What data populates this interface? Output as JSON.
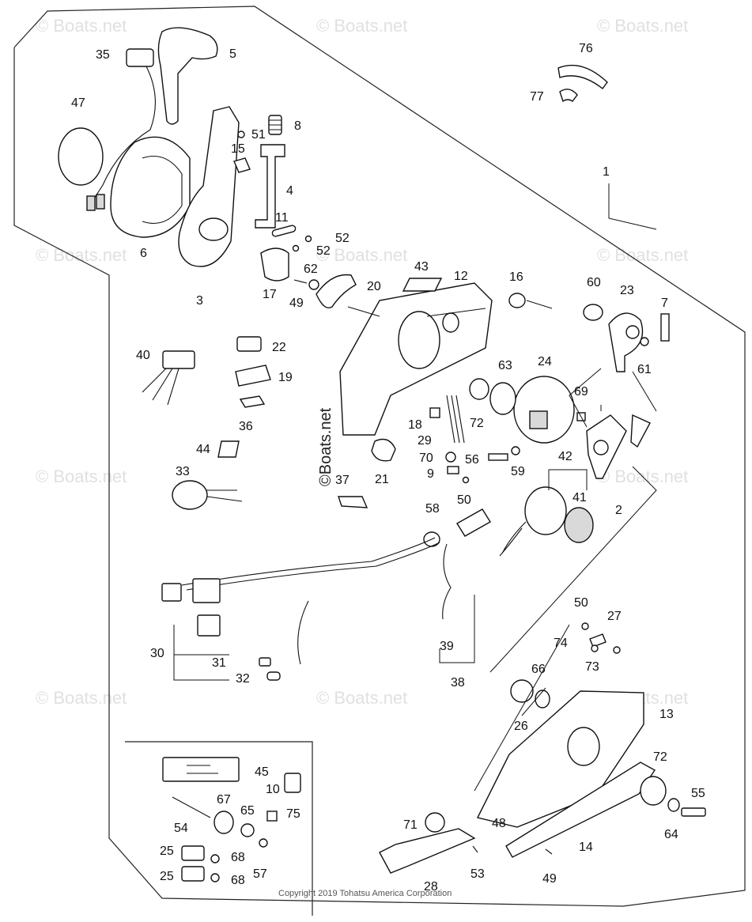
{
  "diagram": {
    "labels": [
      "1",
      "2",
      "3",
      "4",
      "5",
      "6",
      "7",
      "8",
      "9",
      "10",
      "11",
      "12",
      "13",
      "14",
      "15",
      "16",
      "17",
      "18",
      "19",
      "20",
      "21",
      "22",
      "23",
      "24",
      "25",
      "25",
      "26",
      "27",
      "28",
      "29",
      "30",
      "31",
      "32",
      "33",
      "35",
      "36",
      "37",
      "38",
      "39",
      "40",
      "41",
      "42",
      "43",
      "44",
      "45",
      "47",
      "48",
      "49",
      "49",
      "50",
      "50",
      "51",
      "52",
      "52",
      "53",
      "54",
      "55",
      "56",
      "57",
      "58",
      "59",
      "60",
      "61",
      "62",
      "63",
      "64",
      "65",
      "66",
      "67",
      "68",
      "68",
      "69",
      "70",
      "71",
      "72",
      "72",
      "73",
      "74",
      "75",
      "76",
      "77"
    ],
    "watermark": "© Boats.net",
    "center_watermark": "©Boats.net",
    "copyright": "Copyright 2019 Tohatsu America Corporation"
  }
}
